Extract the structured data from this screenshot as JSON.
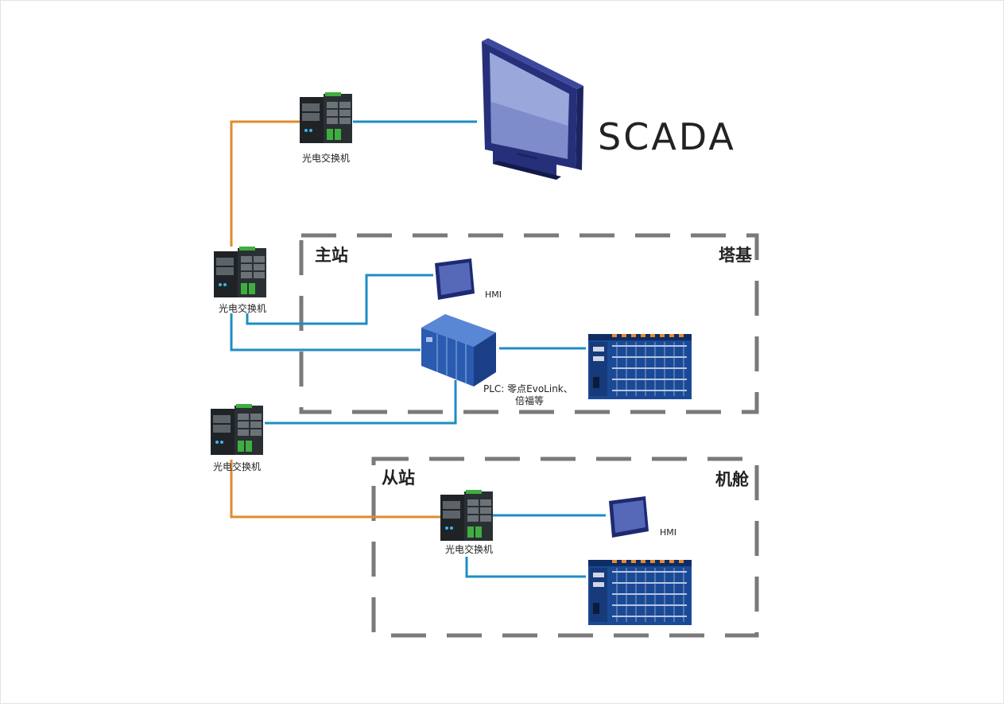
{
  "scada": {
    "label": "SCADA"
  },
  "switch_label": "光电交换机",
  "zones": {
    "master": {
      "left_label": "主站",
      "right_label": "塔基"
    },
    "slave": {
      "left_label": "从站",
      "right_label": "机舱"
    }
  },
  "hmi": {
    "master_label": "HMI",
    "slave_label": "HMI"
  },
  "plc": {
    "line1": "PLC: 零点EvoLink、",
    "line2": "倍福等"
  },
  "colors": {
    "fiber": "#e08a2c",
    "ethernet": "#1e8dc4",
    "zone_border": "#7a7a7a",
    "device_navy": "#26307a",
    "plc_blue": "#2b5bb0",
    "io_blue": "#1a4a96"
  },
  "icons": {
    "switch": "industrial-switch-icon",
    "monitor": "monitor-icon",
    "hmi": "hmi-panel-icon",
    "plc": "plc-cabinet-icon",
    "io": "io-module-icon"
  }
}
